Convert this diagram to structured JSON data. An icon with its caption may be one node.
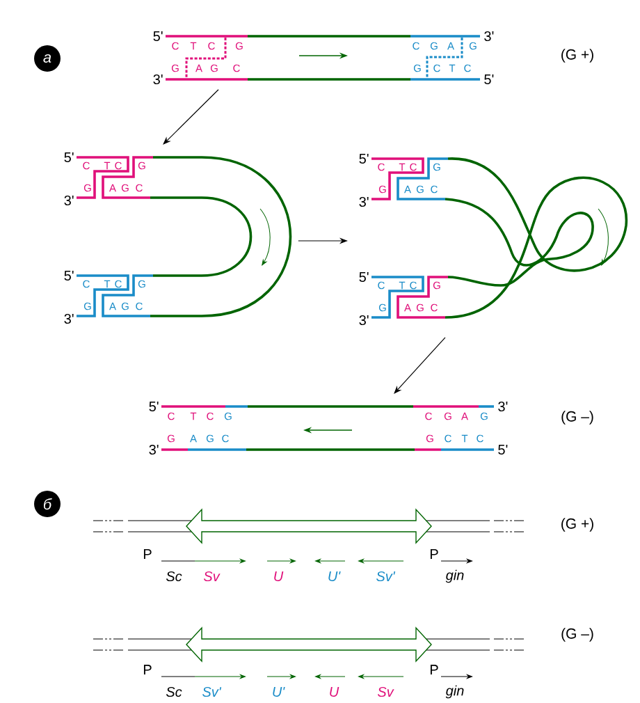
{
  "diagram": {
    "nodes": [
      {
        "text": [
          "5'",
          "C",
          "T",
          "C",
          "G",
          "C",
          "G",
          "A",
          "G",
          "3'",
          "3'",
          "G",
          "A",
          "G",
          "C",
          "G",
          "C",
          "T",
          "C",
          "5'"
        ]
      },
      {
        "text": [
          "5'",
          "C",
          "T",
          "C",
          "G",
          "3'",
          "G",
          "A",
          "G",
          "C",
          "5'",
          "C",
          "T",
          "C",
          "G",
          "3'",
          "G",
          "A",
          "G",
          "C"
        ]
      },
      {
        "text": [
          "5'",
          "C",
          "T",
          "C",
          "G",
          "3'",
          "G",
          "A",
          "G",
          "C",
          "5'",
          "C",
          "T",
          "C",
          "G",
          "3'",
          "G",
          "A",
          "G",
          "C"
        ]
      },
      {
        "text": [
          "5'",
          "C",
          "T",
          "C",
          "G",
          "C",
          "G",
          "A",
          "G",
          "3'",
          "3'",
          "G",
          "A",
          "G",
          "C",
          "G",
          "C",
          "T",
          "C",
          "5'"
        ]
      }
    ],
    "edges": [
      {
        "from": 0,
        "to": 1,
        "arrow": "to"
      },
      {
        "from": 1,
        "to": 2,
        "arrow": "to"
      },
      {
        "from": 2,
        "to": 3,
        "arrow": "to"
      }
    ],
    "labels": [
      "а",
      "(G +)",
      "(G –)",
      "б",
      "(G +)",
      "P",
      "Sc",
      "Sv",
      "U",
      "U'",
      "Sv'",
      "P",
      "gin",
      "(G –)",
      "P",
      "Sc",
      "Sv'",
      "U'",
      "U",
      "Sv",
      "P",
      "gin"
    ]
  }
}
